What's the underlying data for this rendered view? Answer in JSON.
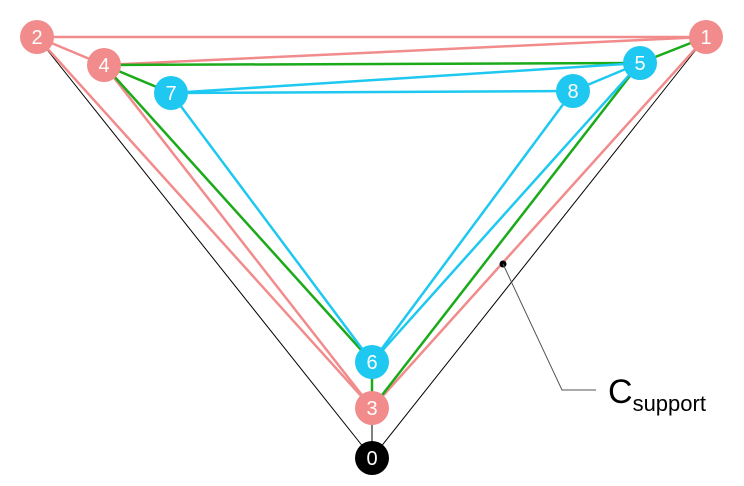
{
  "colors": {
    "pink": "#f28b8b",
    "green": "#1aaa1a",
    "cyan": "#1ec8f0",
    "black": "#000000",
    "label": "#ffffff"
  },
  "nodes": [
    {
      "id": "0",
      "label": "0",
      "color": "black"
    },
    {
      "id": "1",
      "label": "1",
      "color": "pink"
    },
    {
      "id": "2",
      "label": "2",
      "color": "pink"
    },
    {
      "id": "3",
      "label": "3",
      "color": "pink"
    },
    {
      "id": "4",
      "label": "4",
      "color": "pink"
    },
    {
      "id": "5",
      "label": "5",
      "color": "cyan"
    },
    {
      "id": "6",
      "label": "6",
      "color": "cyan"
    },
    {
      "id": "7",
      "label": "7",
      "color": "cyan"
    },
    {
      "id": "8",
      "label": "8",
      "color": "cyan"
    }
  ],
  "edges": [
    {
      "from": "0",
      "to": "2",
      "color": "black"
    },
    {
      "from": "0",
      "to": "1",
      "color": "black"
    },
    {
      "from": "0",
      "to": "3",
      "color": "black"
    },
    {
      "from": "2",
      "to": "1",
      "color": "pink"
    },
    {
      "from": "2",
      "to": "3",
      "color": "pink"
    },
    {
      "from": "2",
      "to": "4",
      "color": "pink"
    },
    {
      "from": "4",
      "to": "1",
      "color": "pink"
    },
    {
      "from": "4",
      "to": "3",
      "color": "pink"
    },
    {
      "from": "3",
      "to": "1",
      "color": "pink"
    },
    {
      "from": "4",
      "to": "5",
      "color": "green"
    },
    {
      "from": "4",
      "to": "6",
      "color": "green"
    },
    {
      "from": "4",
      "to": "7",
      "color": "green"
    },
    {
      "from": "5",
      "to": "1",
      "color": "green"
    },
    {
      "from": "5",
      "to": "3",
      "color": "green"
    },
    {
      "from": "6",
      "to": "3",
      "color": "green"
    },
    {
      "from": "7",
      "to": "5",
      "color": "cyan"
    },
    {
      "from": "7",
      "to": "8",
      "color": "cyan"
    },
    {
      "from": "7",
      "to": "6",
      "color": "cyan"
    },
    {
      "from": "8",
      "to": "5",
      "color": "cyan"
    },
    {
      "from": "8",
      "to": "6",
      "color": "cyan"
    },
    {
      "from": "5",
      "to": "6",
      "color": "cyan"
    }
  ],
  "annotation": {
    "main": "C",
    "subscript": "support"
  }
}
